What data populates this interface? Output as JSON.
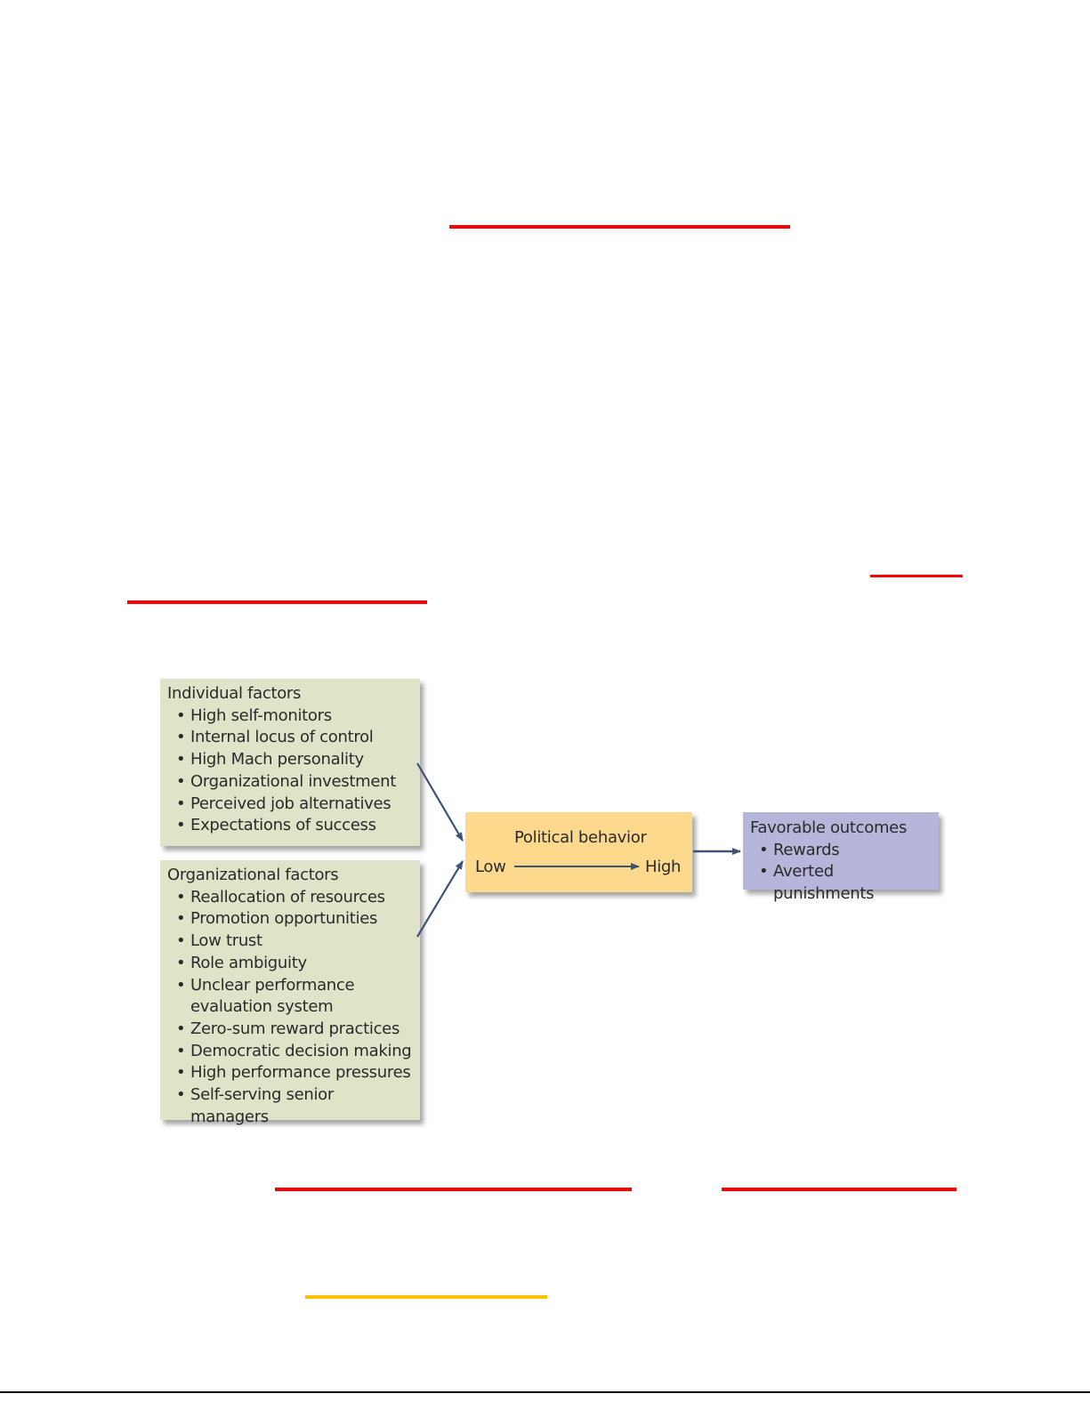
{
  "underline_colors": {
    "red": "#ff0000",
    "yellow": "#ffc000"
  },
  "diagram": {
    "individual": {
      "title": "Individual factors",
      "items": [
        "High self-monitors",
        "Internal locus of control",
        "High Mach personality",
        "Organizational investment",
        "Perceived job alternatives",
        "Expectations of success"
      ]
    },
    "organizational": {
      "title": "Organizational factors",
      "items": [
        "Reallocation of resources",
        "Promotion opportunities",
        "Low trust",
        "Role ambiguity",
        "Unclear performance",
        "evaluation system",
        "Zero-sum reward practices",
        "Democratic decision making",
        "High performance pressures",
        "Self-serving senior managers"
      ]
    },
    "political": {
      "title": "Political behavior",
      "low": "Low",
      "high": "High"
    },
    "outcomes": {
      "title": "Favorable outcomes",
      "items": [
        "Rewards",
        "Averted punishments"
      ]
    },
    "colors": {
      "factors": "#dfe4c9",
      "behavior": "#fcd98c",
      "outcomes": "#b5b6d9",
      "arrows": "#3e5474"
    }
  }
}
